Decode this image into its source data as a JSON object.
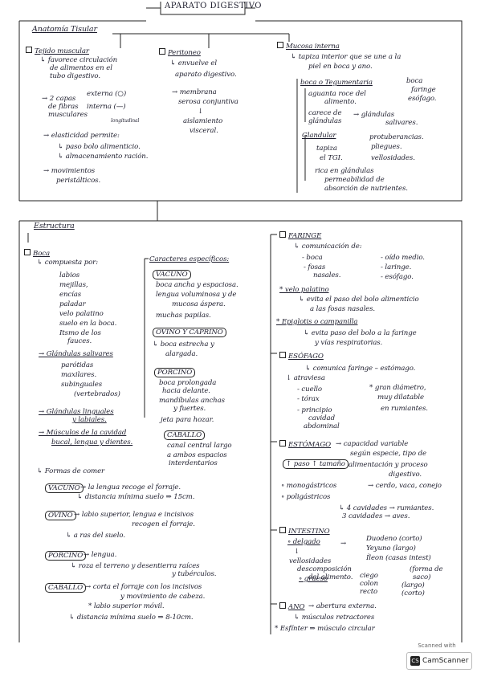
{
  "title": "APARATO DIGESTIVO",
  "anat": {
    "header": "Anatomía Tisular",
    "musc": [
      "Tejido muscular",
      "↳ favorece circulación",
      "de alimentos en el",
      "tubo digestivo.",
      "→ 2 capas",
      "de fibras",
      "musculares",
      "externa (○)",
      "interna (—)",
      "longitudinal",
      "→ elasticidad permite:",
      "↳ paso bolo alimenticio.",
      "↳ almacenamiento ración.",
      "→ movimientos",
      "peristálticos."
    ],
    "perit": [
      "Peritoneo",
      "↳ envuelve el",
      "aparato digestivo.",
      "→ membrana",
      "serosa conjuntiva",
      "↓",
      "aislamiento",
      "visceral."
    ],
    "muc": [
      "Mucosa interna",
      "↳ tapiza interior que se une a la",
      "piel en boca y ano.",
      "boca o Tegumentaria",
      "aguanta roce del",
      "alimento.",
      "carece de",
      "glándulas",
      "boca",
      "faringe",
      "esófago.",
      "→ glándulas",
      "salivares.",
      "Glandular",
      "tapiza",
      "el TGI.",
      "protuberancias.",
      "pliegues.",
      "vellosidades.",
      "rica en glándulas",
      "permeabilidad de",
      "absorción de nutrientes."
    ]
  },
  "estr": {
    "header": "Estructura",
    "boca": [
      "Boca",
      "↳ compuesta por:",
      "labios",
      "mejillas,",
      "encías",
      "paladar",
      "velo palatino",
      "suelo en la boca.",
      "Itsmo de los",
      "fauces.",
      "→ Glándulas salivares",
      "parótidas",
      "maxilares.",
      "subinguales",
      "(vertebrados)",
      "→ Glándulas linguales",
      "y labiales.",
      "→ Músculos de la cavidad",
      "bucal, lengua y dientes."
    ],
    "carac": [
      "Caracteres específicos:",
      "VACUNO",
      "boca ancha y espaciosa.",
      "lengua voluminosa y de",
      "mucosa áspera.",
      "muchas papilas.",
      "OVINO Y CAPRINO",
      "↳ boca estrecha y",
      "alargada.",
      "PORCINO",
      "boca prolongada",
      "hacia delante.",
      "mandíbulas anchas",
      "y fuertes.",
      "jeta para hozar.",
      "CABALLO",
      "canal central largo",
      "a ambos espacios",
      "interdentarios"
    ],
    "comer": [
      "↳ Formas de comer",
      "VACUNO",
      "→ la lengua recoge el forraje.",
      "↳ distancia mínima suelo ⇒ 15cm.",
      "OVINO",
      "→ labio superior, lengua e incisivos",
      "recogen el forraje.",
      "↳ a ras del suelo.",
      "PORCINO",
      "→ lengua.",
      "↳ roza el terreno y desentierra raíces",
      "y tubérculos.",
      "CABALLO",
      "→ corta el forraje con los incisivos",
      "y movimiento de cabeza.",
      "* labio superior móvil.",
      "↳ distancia mínima suelo ⇒ 8-10cm."
    ],
    "far": [
      "FARINGE",
      "↳ comunicación de:",
      "- boca",
      "- fosas",
      "nasales.",
      "- oído medio.",
      "- laringe.",
      "- esófago.",
      "* velo palatino",
      "↳ evita el paso del bolo alimenticio",
      "a las fosas nasales.",
      "* Epiglotis o campanilla",
      "↳ evita paso del bolo a la faringe",
      "y vías respiratorias."
    ],
    "eso": [
      "ESÓFAGO",
      "↳ comunica faringe – estómago.",
      "↓ atraviesa",
      "- cuello",
      "- tórax",
      "- principio",
      "cavidad",
      "abdominal",
      "* gran diámetro,",
      "muy dilatable",
      "en rumiantes."
    ],
    "est": [
      "ESTÓMAGO",
      "→ capacidad variable",
      "según especie, tipo de",
      "↑ paso ↑ tamaño",
      "alimentación y proceso",
      "digestivo.",
      "∘ monogástricos",
      "→ cerdo, vaca, conejo",
      "∘ poligástricos",
      "↳ 4 cavidades → rumiantes.",
      "3 cavidades → aves."
    ],
    "int": [
      "INTESTINO",
      "∘ delgado",
      "↓",
      "vellosidades",
      "descomposición",
      "del alimento.",
      "→",
      "Duodeno (corto)",
      "Yeyuno (largo)",
      "Íleon (casas intest)",
      "∘ grueso",
      "ciego",
      "colon",
      "recto",
      "(forma de",
      "saco)",
      "(largo)",
      "(corto)"
    ],
    "ano": [
      "ANO",
      "→ abertura externa.",
      "↳ músculos retractores",
      "* Esfínter ⇒ músculo circular"
    ]
  },
  "footer": {
    "line1": "Scanned with",
    "brand": "CamScanner",
    "badge": "CS"
  }
}
